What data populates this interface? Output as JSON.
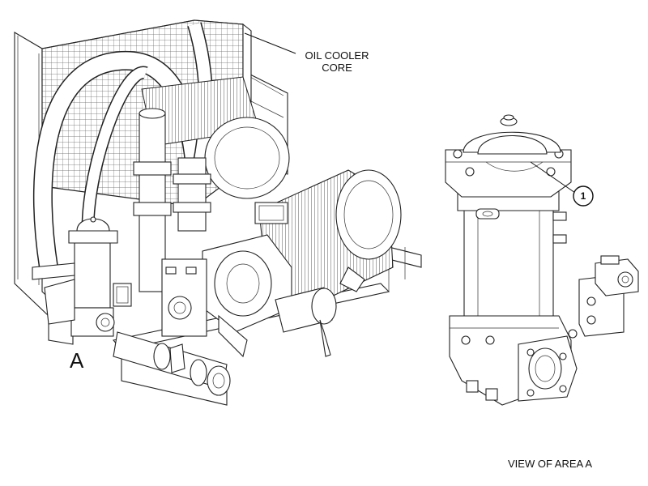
{
  "labels": {
    "oil_cooler_line1": "OIL COOLER",
    "oil_cooler_line2": "CORE",
    "area_letter": "A",
    "view_caption": "VIEW OF AREA A",
    "callout_number": "1"
  },
  "colors": {
    "line": "#222222",
    "background": "#ffffff"
  }
}
